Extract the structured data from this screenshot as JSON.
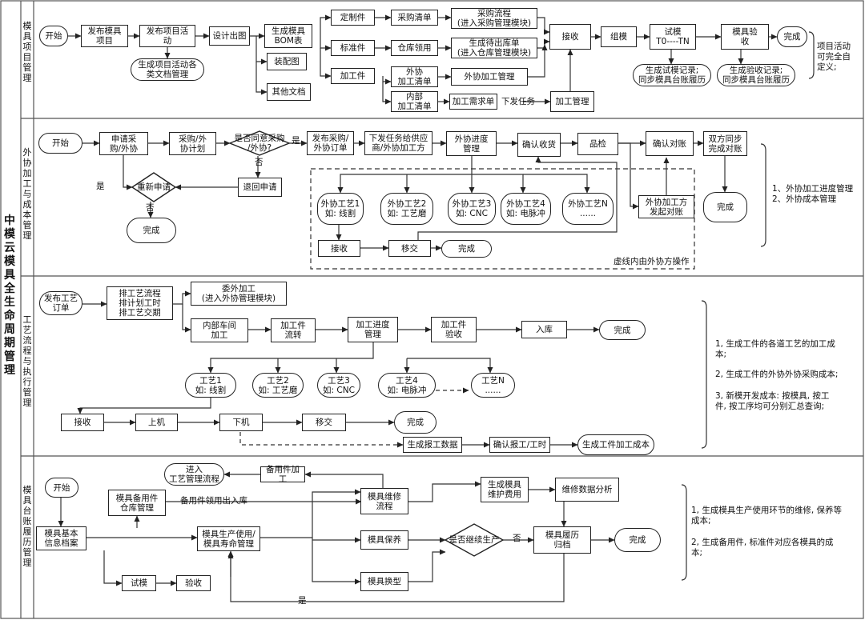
{
  "main_title": "中模云模具全生命周期管理",
  "lanes": {
    "l1": "模具项目管理",
    "l2": "外协加工与成本管理",
    "l3": "工艺流程与执行管理",
    "l4": "模具台账履历管理"
  },
  "s1": {
    "start": "开始",
    "publish": "发布模具\n项目",
    "activity": "发布项目活\n动",
    "gen_docs": "生成项目活动各\n类文档管理",
    "design": "设计出图",
    "bom": "生成模具\nBOM表",
    "assembly": "装配图",
    "other_docs": "其他文档",
    "custom": "定制件",
    "standard": "标准件",
    "processed": "加工件",
    "purchase_list": "采购清单",
    "warehouse": "仓库领用",
    "out_list": "外协\n加工清单",
    "in_list": "内部\n加工清单",
    "purchase_flow": "采购流程\n(进入采购管理模块)",
    "pending_out": "生成待出库单\n(进入仓库管理模块)",
    "out_mgmt": "外协加工管理",
    "demand": "加工需求单",
    "issue_task": "下发任务",
    "proc_mgmt": "加工管理",
    "receive": "接收",
    "assemble": "组模",
    "trial": "试模\nT0----TN",
    "trial_rec": "生成试模记录;\n同步模具台账履历",
    "accept": "模具验\n收",
    "accept_rec": "生成验收记录;\n同步模具台账履历",
    "done": "完成",
    "note": "项目活动\n可完全自\n定义;"
  },
  "s2": {
    "start": "开始",
    "apply": "申请采\n购/外协",
    "plan": "采购/外\n协计划",
    "agree": "是否同意采购\n/外协?",
    "yes": "是",
    "no": "否",
    "reject": "退回申请",
    "reapply": "重新申请",
    "done_a": "完成",
    "order": "发布采购/\n外协订单",
    "dispatch": "下发任务给供应\n商/外协加工方",
    "progress": "外协进度\n管理",
    "confirm": "确认收货",
    "inspect": "品检",
    "reconcile": "确认对账",
    "sync": "双方同步\n完成对账",
    "initiate": "外协加工方\n发起对账",
    "done_b": "完成",
    "p1": "外协工艺1\n如: 线割",
    "p2": "外协工艺2\n如: 工艺磨",
    "p3": "外协工艺3\n如: CNC",
    "p4": "外协工艺4\n如: 电脉冲",
    "pn": "外协工艺N\n......",
    "recv": "接收",
    "transfer": "移交",
    "done_c": "完成",
    "dashed_note": "虚线内由外协方操作",
    "notes": "1、外协加工进度管理\n2、外协成本管理"
  },
  "s3": {
    "order": "发布工艺\n订单",
    "schedule": "排工艺流程\n排计划工时\n排工艺交期",
    "outsource": "委外加工\n(进入外协管理模块)",
    "workshop": "内部车间\n加工",
    "flow": "加工件\n流转",
    "progress": "加工进度\n管理",
    "check": "加工件\n验收",
    "store": "入库",
    "done": "完成",
    "c1": "工艺1\n如: 线割",
    "c2": "工艺2\n如: 工艺磨",
    "c3": "工艺3\n如: CNC",
    "c4": "工艺4\n如: 电脉冲",
    "cn": "工艺N\n......",
    "recv": "接收",
    "up": "上机",
    "down": "下机",
    "transfer": "移交",
    "done2": "完成",
    "report": "生成报工数据",
    "confirm": "确认报工/工时",
    "cost": "生成工件加工成本",
    "note1": "1, 生成工件的各道工艺的加工成\n本;",
    "note2": "2, 生成工件的外协外协采购成本;",
    "note3": "3, 新模开发成本: 按模具, 按工\n件, 按工序均可分别汇总查询;"
  },
  "s4": {
    "start": "开始",
    "archive": "模具基本\n信息档案",
    "spare": "模具备用件\n仓库管理",
    "spare_label": "备用件领用出入库",
    "enter": "进入\n工艺管理流程",
    "spare_proc": "备用件加工",
    "repair": "模具维修\n流程",
    "use": "模具生产使用/\n模具寿命管理",
    "maint": "模具保养",
    "swap": "模具换型",
    "trial": "试模",
    "accept": "验收",
    "cost": "生成模具\n维护费用",
    "analysis": "维修数据分析",
    "continue": "是否继续生产",
    "no": "否",
    "yes": "是",
    "history": "模具履历\n归档",
    "done": "完成",
    "note1": "1, 生成模具生产使用环节的维修, 保养等\n成本;",
    "note2": "2, 生成备用件, 标准件对应各模具的成\n本;"
  }
}
